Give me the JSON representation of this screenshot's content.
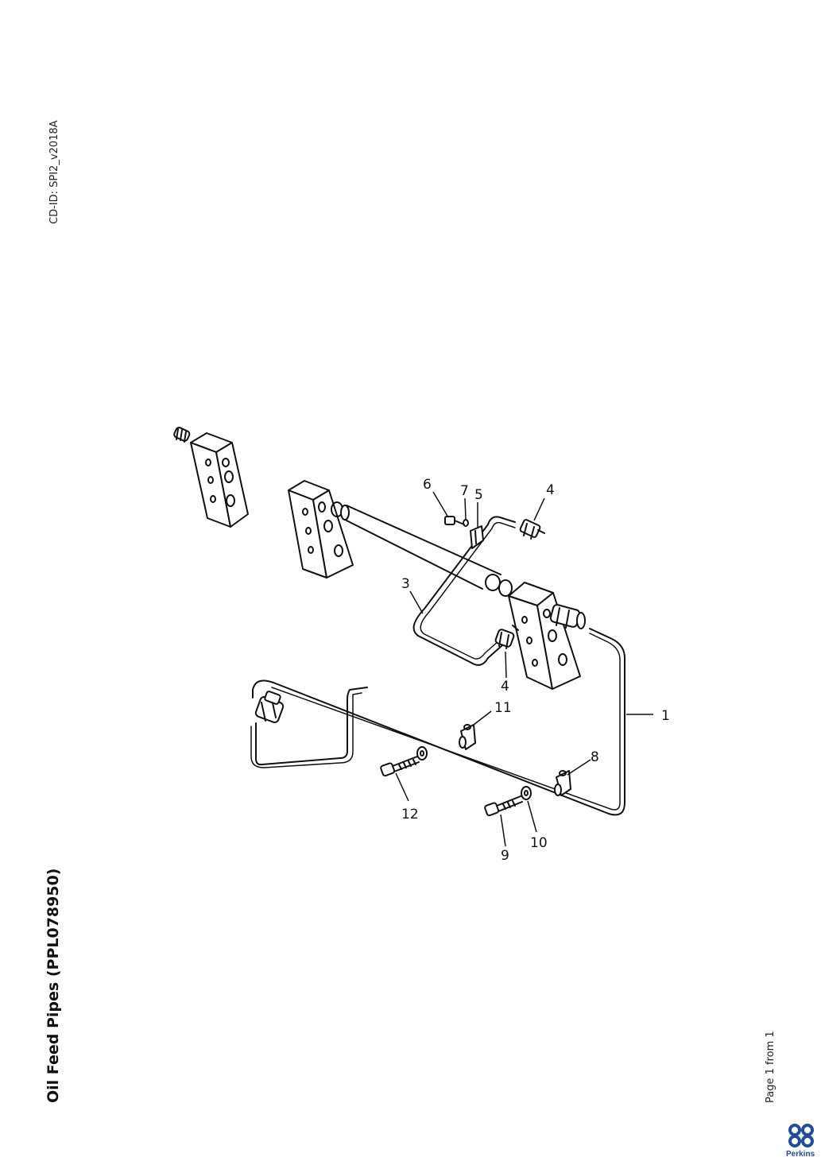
{
  "document": {
    "cd_id": "CD-ID: SPI2_v2018A",
    "title": "Oil Feed Pipes (PPL078950)",
    "page_counter": "Page 1 from 1",
    "brand": "Perkins"
  },
  "callouts": [
    "1",
    "3",
    "4",
    "4",
    "5",
    "6",
    "7",
    "8",
    "9",
    "10",
    "11",
    "12"
  ],
  "colors": {
    "ink": "#111111",
    "brand_blue": "#1f4e96"
  }
}
